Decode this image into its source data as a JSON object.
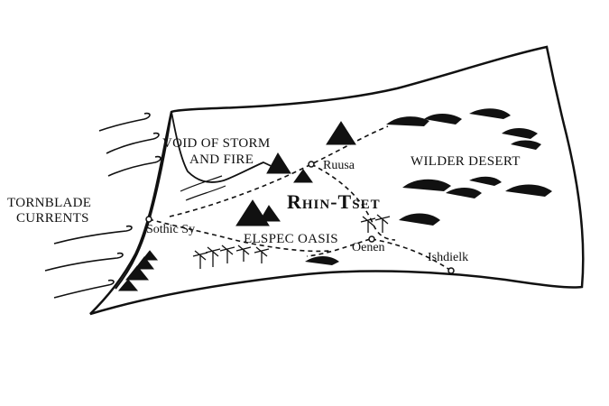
{
  "map": {
    "title": "Rhin-Tset",
    "regions": {
      "void_line1": "VOID OF STORM",
      "void_line2": "AND FIRE",
      "wilder": "WILDER DESERT",
      "tornblade_line1": "TORNBLADE",
      "tornblade_line2": "CURRENTS",
      "elspec": "ELSPEC OASIS"
    },
    "towns": {
      "ruusa": "Ruusa",
      "sothic": "Sothic Sy",
      "oenen": "Oenen",
      "ishdielk": "Ishdielk"
    }
  },
  "colors": {
    "ink": "#111111",
    "paper": "#ffffff"
  },
  "icons": [
    "wind-swirl-icon",
    "mountain-icon",
    "dune-icon",
    "palm-tree-icon",
    "town-marker-icon"
  ]
}
